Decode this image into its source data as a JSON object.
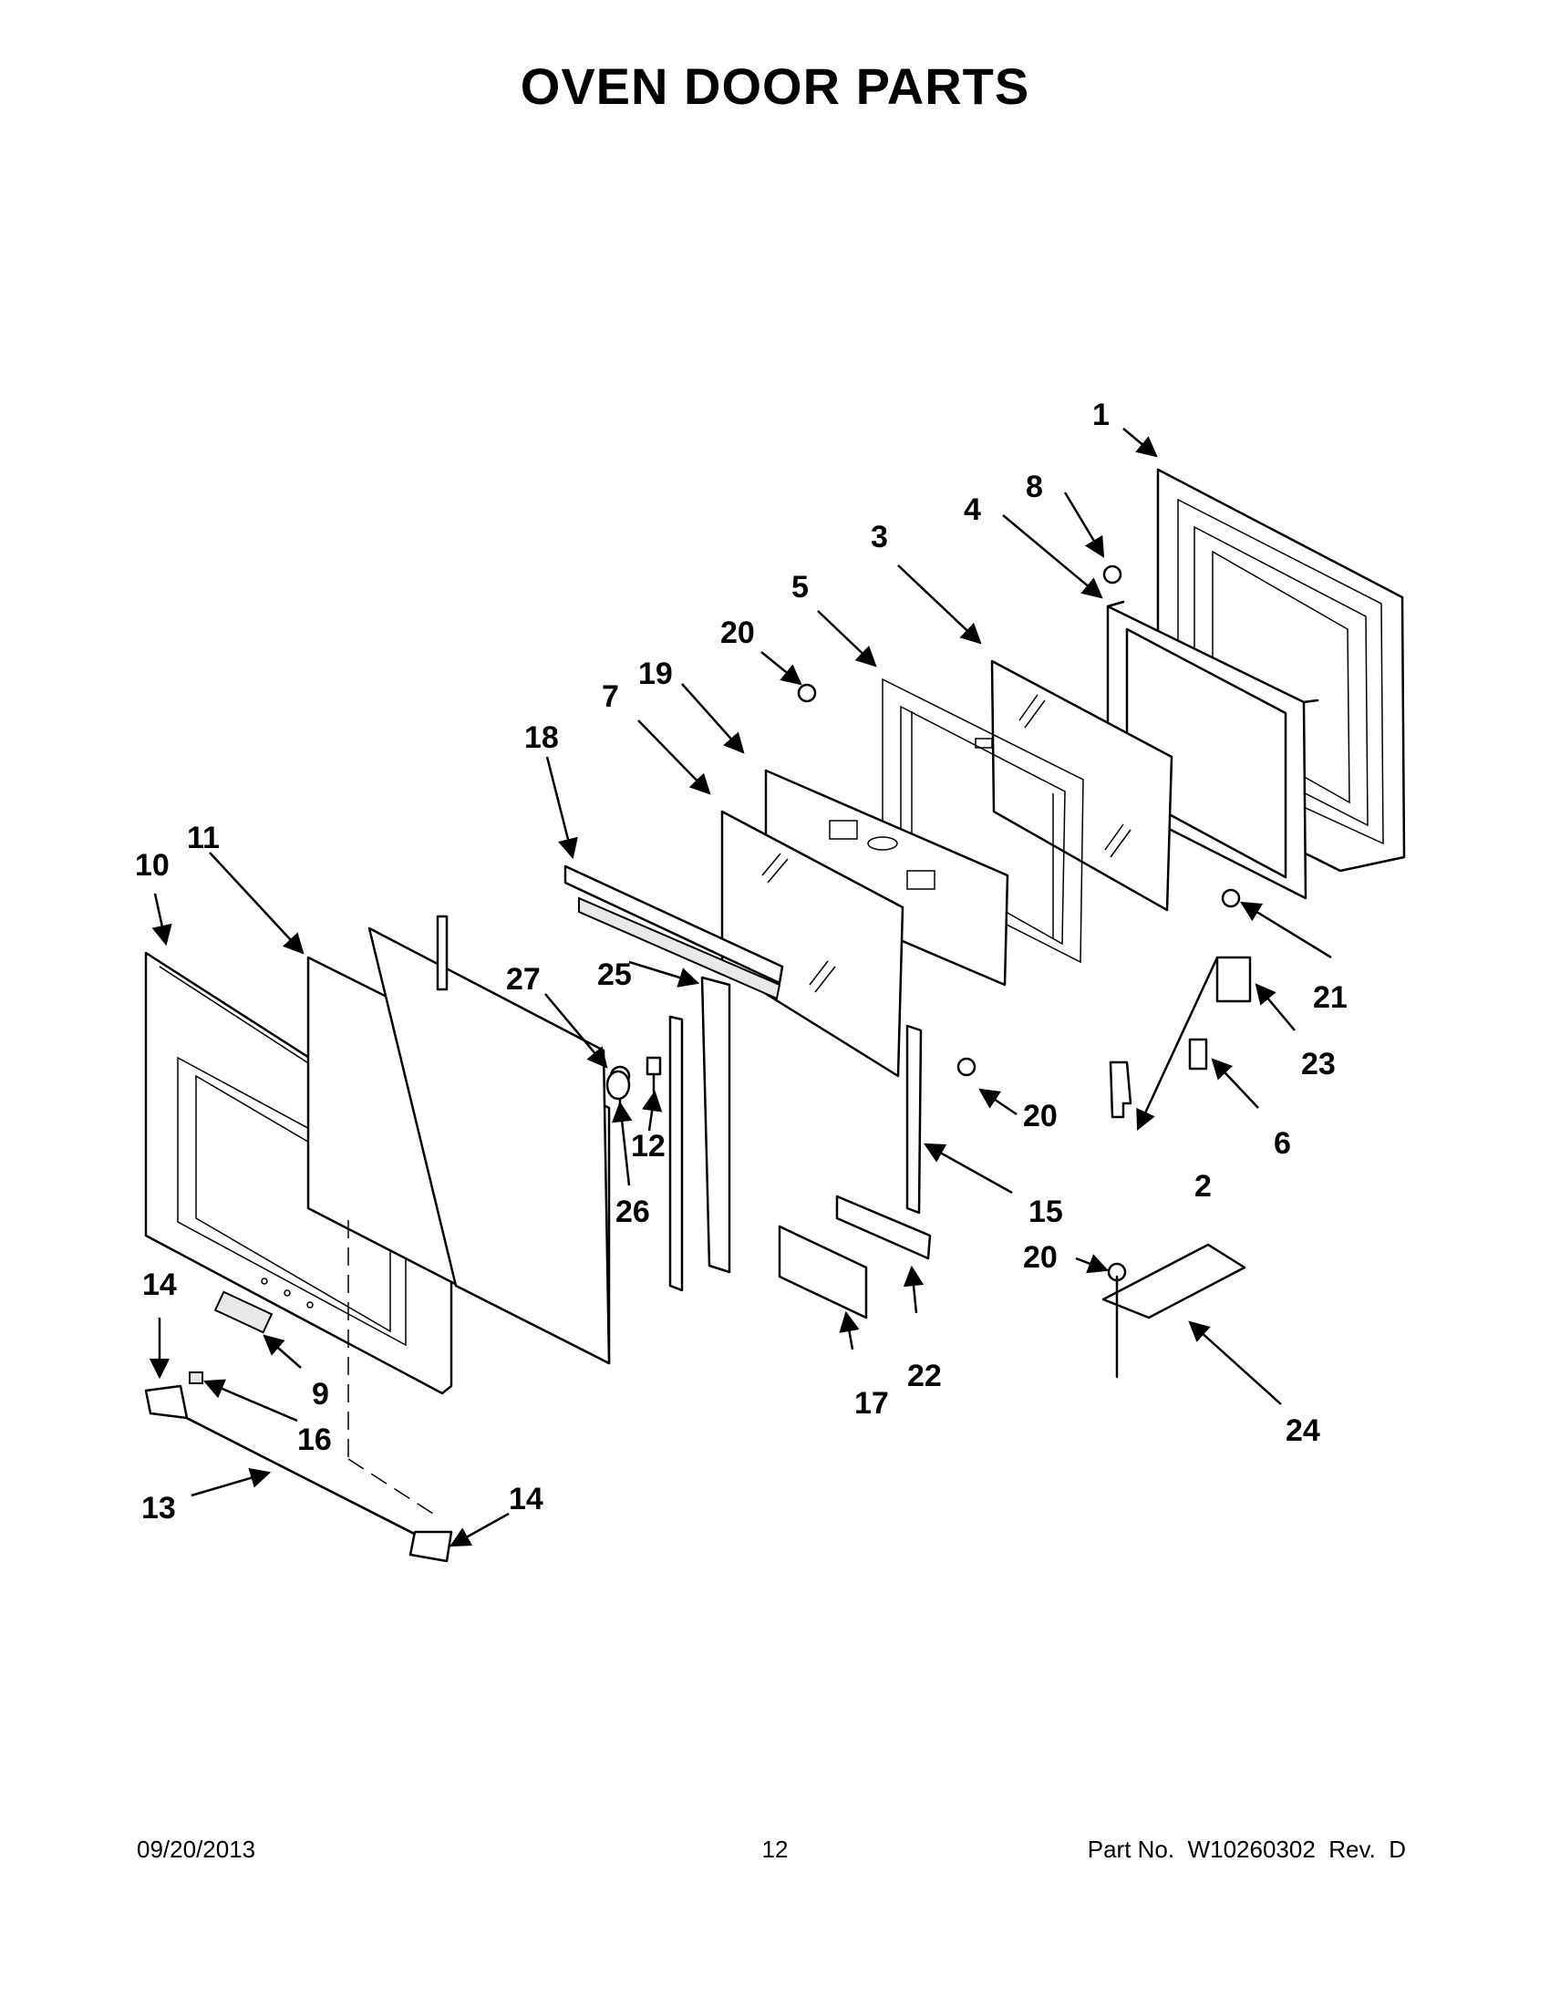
{
  "page_title": "OVEN DOOR PARTS",
  "callouts": {
    "c1": "1",
    "c2": "2",
    "c3": "3",
    "c4": "4",
    "c5": "5",
    "c6": "6",
    "c7": "7",
    "c8": "8",
    "c9": "9",
    "c10": "10",
    "c11": "11",
    "c12": "12",
    "c13": "13",
    "c14a": "14",
    "c14b": "14",
    "c15": "15",
    "c16": "16",
    "c17": "17",
    "c18": "18",
    "c19": "19",
    "c20a": "20",
    "c20b": "20",
    "c20c": "20",
    "c21": "21",
    "c22": "22",
    "c23": "23",
    "c24": "24",
    "c25": "25",
    "c26": "26",
    "c27": "27"
  },
  "footer": {
    "date": "09/20/2013",
    "page_number": "12",
    "part_number": "Part No.  W10260302  Rev.  D"
  }
}
